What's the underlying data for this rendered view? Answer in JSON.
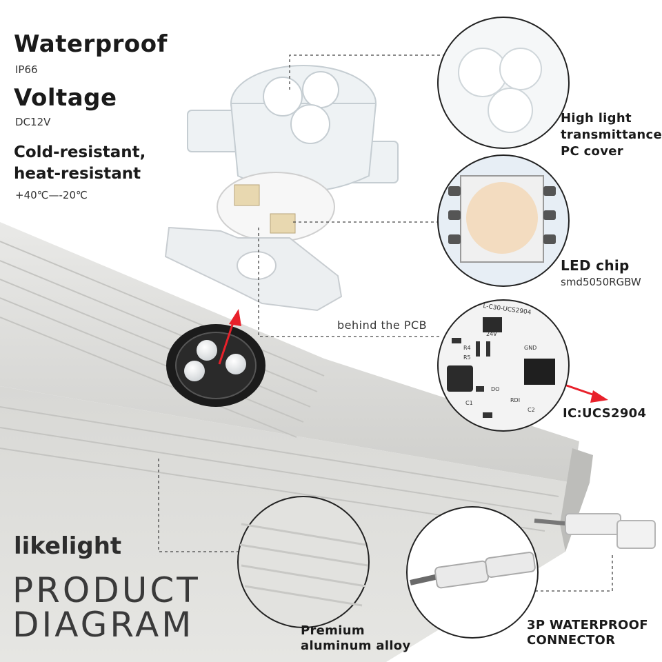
{
  "specs": {
    "waterproof_title": "Waterproof",
    "waterproof_value": "IP66",
    "voltage_title": "Voltage",
    "voltage_value": "DC12V",
    "temp_title_1": "Cold-resistant,",
    "temp_title_2": "heat-resistant",
    "temp_value": "+40℃—-20℃"
  },
  "callouts": {
    "cover_1": "High light",
    "cover_2": "transmittance",
    "cover_3": "PC cover",
    "led_title": "LED chip",
    "led_value": "smd5050RGBW",
    "pcb_label": "behind the PCB",
    "ic_label": "IC:UCS2904",
    "alloy_1": "Premium",
    "alloy_2": "aluminum alloy",
    "connector_1": "3P WATERPROOF",
    "connector_2": "CONNECTOR"
  },
  "pcb_text": {
    "top": "L-C30-UCS2904",
    "labels": [
      "24V",
      "R4",
      "R5",
      "DO",
      "GND",
      "RDI",
      "C1",
      "C2"
    ]
  },
  "brand": {
    "logo": "likelight",
    "line1": "PRODUCT",
    "line2": "DIAGRAM"
  },
  "colors": {
    "accent_arrow": "#e8202a",
    "aluminum": "#dcdcda",
    "pcb": "#f2f2f2"
  }
}
